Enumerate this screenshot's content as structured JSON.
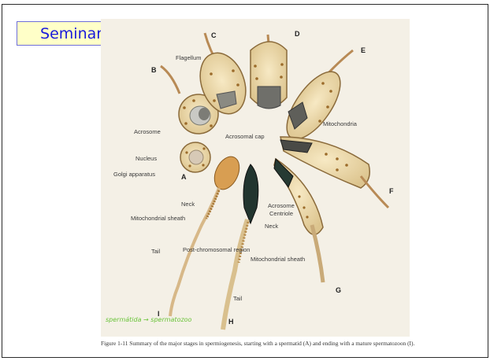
{
  "slide": {
    "title": "Seminario"
  },
  "figure": {
    "labels": {
      "flagellum": "Flagellum",
      "acrosome": "Acrosome",
      "nucleus": "Nucleus",
      "golgi": "Golgi apparatus",
      "acrosomal_cap": "Acrosomal cap",
      "mitochondria": "Mitochondria",
      "neck_left": "Neck",
      "mito_sheath_left": "Mitochondrial sheath",
      "tail_left": "Tail",
      "post_chromosomal": "Post-chromosomal region",
      "acrosome_2": "Acrosome",
      "centriole": "Centriole",
      "neck_right": "Neck",
      "mito_sheath_right": "Mitochondrial sheath",
      "tail_right": "Tail"
    },
    "letters": [
      "A",
      "B",
      "C",
      "D",
      "E",
      "F",
      "G",
      "H",
      "I"
    ],
    "handwriting": "spermátida → spermatozoo",
    "caption": "Figure 1-11  Summary of the major stages in spermiogenesis, starting with a spermatid (A) and ending with a mature spermatozoon (I)."
  }
}
